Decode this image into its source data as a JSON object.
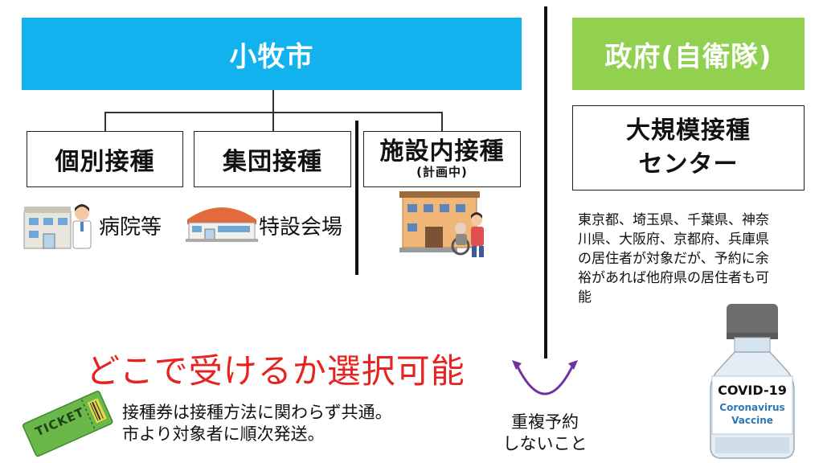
{
  "left": {
    "header": "小牧市",
    "header_color": "#12b2ef",
    "boxes": [
      {
        "title": "個別接種",
        "caption": "病院等"
      },
      {
        "title": "集団接種",
        "caption": "特設会場"
      },
      {
        "title": "施設内接種",
        "subtitle": "(計画中)"
      }
    ]
  },
  "right": {
    "header": "政府(自衛隊)",
    "header_color": "#92d050",
    "box_line1": "大規模接種",
    "box_line2": "センター",
    "note_lines": [
      "東京都、埼玉県、千葉県、神奈",
      "川県、大阪府、京都府、兵庫県",
      "の居住者が対象だが、予約に余",
      "裕があれば他府県の居住者も可",
      "能"
    ]
  },
  "bottom": {
    "headline": "どこで受けるか選択可能",
    "headline_color": "#e8231f",
    "ticket_label": "TICKET",
    "ticket_lines": [
      "接種券は接種方法に関わらず共通。",
      "市より対象者に順次発送。"
    ],
    "duplicate_lines": [
      "重複予約",
      "しないこと"
    ],
    "vial_label1": "COVID-19",
    "vial_label2": "Coronavirus",
    "vial_label3": "Vaccine"
  },
  "icons": [
    "hospital-doctor-icon",
    "gymnasium-icon",
    "care-facility-icon",
    "ticket-icon",
    "vaccine-vial-icon",
    "double-arrow-icon"
  ]
}
